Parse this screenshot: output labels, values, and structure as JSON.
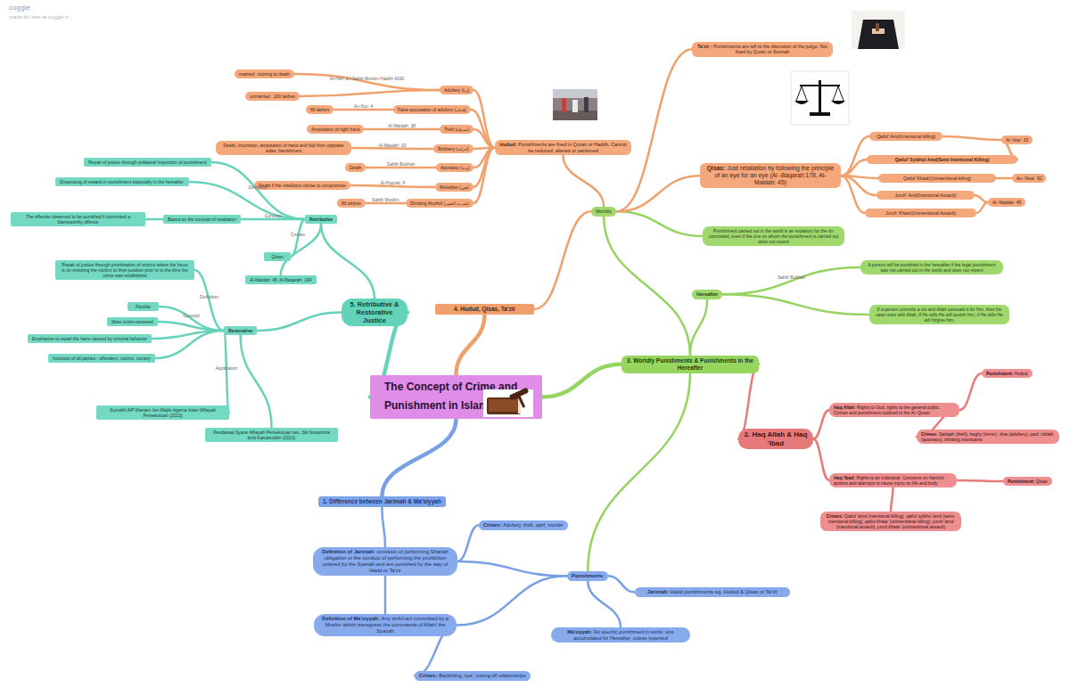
{
  "diagram": {
    "nodes": [
      {
        "text": [
          "The Concept of Crime and Punishment in Islam"
        ]
      },
      {
        "text": [
          "1. Difference between Jarimah & Ma'siyyah"
        ]
      },
      {
        "text": [
          "Definition of Jarimah:",
          "omission of performing Shariah obligation or the conduct of performing the prohibition ordered by the Syariah and are punished by the way of Hadd or Ta'zir"
        ]
      },
      {
        "text": [
          "Crimes:",
          "Adultery, theft, qazf, murder"
        ]
      },
      {
        "text": [
          "Definition of Ma'siyyah:",
          "Any sinful act committed by a Muslim which transgress the commands of Allah/ the Syariah"
        ]
      },
      {
        "text": [
          "Crimes:",
          "Backbiting, riya', cutting off relationships"
        ]
      },
      {
        "text": [
          "Punishments:"
        ]
      },
      {
        "text": [
          "Jarimah:",
          "Hadd punishments eg. Hudud & Qisas or Ta'zir"
        ]
      },
      {
        "text": [
          "Ma'siyyah:",
          "No specific punishment in world, sins accumulated for Hereafter, unless repented"
        ]
      },
      {
        "text": [
          "2. Haq Allah & Haq 'Ibad"
        ]
      },
      {
        "text": [
          "Haq Allah:",
          "Rights to God, rights to the general public. Crimes and punishment outlined in the Al- Quran"
        ]
      },
      {
        "text": [
          "Punishment:",
          "Hudud"
        ]
      },
      {
        "text": [
          "Crimes:",
          "Sariqah (theft), baghy (terror), zina (adultery), qazf, riddah (apostacy), drinking intoxicants"
        ]
      },
      {
        "text": [
          "Haq 'Ibad:",
          "Rights to an individual. Concerns on harmful actions and attempts to cause injury on life and body"
        ]
      },
      {
        "text": [
          "Punishment:",
          "Qisas"
        ]
      },
      {
        "text": [
          "Crimes:",
          "Qatlul 'amd (intentional killing), qatlul syibhu 'amd (semi- intentional killing), qatlul khata' (unintentional killing), juruh 'amd (intentional assault), juruh khata' (unintentional assault)"
        ]
      },
      {
        "text": [
          "3. Worldly Punishments & Punishments in the Hereafter"
        ]
      },
      {
        "text": [
          "Worldly"
        ]
      },
      {
        "text": [
          "Hereafter"
        ]
      },
      {
        "text": [
          "A person will be punished in the hereafter if the legal punishment was not carried out in the world and does not repent"
        ]
      },
      {
        "text": [
          "If a person commits a sin and Allah conceals it for him, then his case rests with Allah, if He wills He will punish him, if He wills He will forgive him."
        ]
      },
      {
        "text": [
          "Punishment carried out in the world is an expiation for the sin committed, even if the one on whom the punishment is carried out does not repent"
        ]
      },
      {
        "text": [
          "4. Hudud, Qisas, Ta'zir"
        ]
      },
      {
        "text": [
          "Hudud:",
          "Punishments are fixed in Quran or Hadith. Cannot be reduced, altered or pardoned"
        ]
      },
      {
        "text": [
          "Ta'zir :",
          "Punishments are left to the discretion of the judge. Not fixed by Quran or Sunnah"
        ]
      },
      {
        "text": [
          "Qisas:",
          "Just retaliation by following the principle of an eye for an eye (Al -Baqarah:178, Al-Maidah: 45)"
        ]
      },
      {
        "text": [
          "Qatlul' Amd(Intentional killing)"
        ]
      },
      {
        "text": [
          "Qatlul' Syibhul Amd(Semi Intentional Killing)"
        ]
      },
      {
        "text": [
          "Qatlul' Khata'(Unintentional killing)"
        ]
      },
      {
        "text": [
          "Juruh' Amd(Intentional Assault)"
        ]
      },
      {
        "text": [
          "Juruh' Khata'(Unintentional Assault)"
        ]
      },
      {
        "text": [
          "Al- Isra': 33"
        ]
      },
      {
        "text": [
          "An- Nisa': 92"
        ]
      },
      {
        "text": [
          "Al- Maidah: 45"
        ]
      },
      {
        "text": [
          "Adultery (زنا)"
        ]
      },
      {
        "text": [
          "married : stoning to death"
        ]
      },
      {
        "text": [
          "unmarried : 100 lashes"
        ]
      },
      {
        "text": [
          "False accusation of adultery (قذف)"
        ]
      },
      {
        "text": [
          "80 lashes"
        ]
      },
      {
        "text": [
          "Theft (سرقة)"
        ]
      },
      {
        "text": [
          "Amputation of right hand"
        ]
      },
      {
        "text": [
          "Robbery (حرابة)"
        ]
      },
      {
        "text": [
          "Death, crucifixion, amputation of hand and foot from opposite sides, banishment"
        ]
      },
      {
        "text": [
          "Apostasy (ردة)"
        ]
      },
      {
        "text": [
          "Death"
        ]
      },
      {
        "text": [
          "Rebellion (بغي)"
        ]
      },
      {
        "text": [
          "Death if the rebellions refuse to compromise"
        ]
      },
      {
        "text": [
          "Drinking Alcohol (شرب الخمر)"
        ]
      },
      {
        "text": [
          "80 stripes"
        ]
      },
      {
        "text": [
          "5. Retributive & Restorative Justice"
        ]
      },
      {
        "text": [
          "Retributive"
        ]
      },
      {
        "text": [
          "Repair of justice through unilateral imposition of punishment"
        ]
      },
      {
        "text": [
          "Dispensing of reward or punishment especially in the hereafter."
        ]
      },
      {
        "text": [
          "Based on the concept of retaliation"
        ]
      },
      {
        "text": [
          "The offender deserved to be punished if committed a blameworthy offence"
        ]
      },
      {
        "text": [
          "Qisas"
        ]
      },
      {
        "text": [
          "Al-Maidah: 45, Al-Baqarah: 194"
        ]
      },
      {
        "text": [
          "Restorative"
        ]
      },
      {
        "text": [
          "Repair of justice through prioritization of victims where the focus is on restoring the victims to their position prior to to the time the crime was established"
        ]
      },
      {
        "text": [
          "Flexible"
        ]
      },
      {
        "text": [
          "More victim-centered"
        ]
      },
      {
        "text": [
          "Emphasize to repair the harm caused by criminal behavior"
        ]
      },
      {
        "text": [
          "Inclusion of all parties - offenders, victims, society"
        ]
      },
      {
        "text": [
          "Sumathi A/P Maniam lwn Majlis Agama Islam Wilayah Persekutuan (2013)"
        ]
      },
      {
        "text": [
          "Pendakwa Syarie Wilayah Persekutuan lwn. Siti Nurazmira binti Kamaruddin (2013)"
        ]
      }
    ],
    "edges": [
      {
        "from": 0,
        "to": 1,
        "arrow": "none"
      },
      {
        "from": 1,
        "to": 2,
        "arrow": "none"
      },
      {
        "from": 2,
        "to": 3,
        "arrow": "none"
      },
      {
        "from": 2,
        "to": 4,
        "arrow": "none"
      },
      {
        "from": 4,
        "to": 5,
        "arrow": "none"
      },
      {
        "from": 2,
        "to": 6,
        "arrow": "none"
      },
      {
        "from": 4,
        "to": 6,
        "arrow": "none"
      },
      {
        "from": 6,
        "to": 7,
        "arrow": "none"
      },
      {
        "from": 6,
        "to": 8,
        "arrow": "none"
      },
      {
        "from": 0,
        "to": 16,
        "arrow": "none"
      },
      {
        "from": 16,
        "to": 9,
        "arrow": "none"
      },
      {
        "from": 9,
        "to": 10,
        "arrow": "none"
      },
      {
        "from": 9,
        "to": 13,
        "arrow": "none"
      },
      {
        "from": 10,
        "to": 11,
        "arrow": "none"
      },
      {
        "from": 10,
        "to": 12,
        "arrow": "none"
      },
      {
        "from": 13,
        "to": 14,
        "arrow": "none"
      },
      {
        "from": 13,
        "to": 15,
        "arrow": "none"
      },
      {
        "from": 16,
        "to": 17,
        "arrow": "none"
      },
      {
        "from": 16,
        "to": 18,
        "arrow": "none"
      },
      {
        "from": 18,
        "to": 19,
        "label": "Sahih Bukhari",
        "arrow": "none"
      },
      {
        "from": 18,
        "to": 20,
        "arrow": "none"
      },
      {
        "from": 17,
        "to": 21,
        "arrow": "none"
      },
      {
        "from": 16,
        "to": 6,
        "arrow": "none"
      },
      {
        "from": 0,
        "to": 22,
        "arrow": "none"
      },
      {
        "from": 22,
        "to": 17,
        "arrow": "none"
      },
      {
        "from": 17,
        "to": 23,
        "arrow": "none"
      },
      {
        "from": 17,
        "to": 24,
        "arrow": "none"
      },
      {
        "from": 17,
        "to": 25,
        "arrow": "none"
      },
      {
        "from": 25,
        "to": 26,
        "arrow": "none"
      },
      {
        "from": 25,
        "to": 27,
        "arrow": "none"
      },
      {
        "from": 25,
        "to": 28,
        "arrow": "none"
      },
      {
        "from": 25,
        "to": 29,
        "arrow": "none"
      },
      {
        "from": 25,
        "to": 30,
        "arrow": "none"
      },
      {
        "from": 26,
        "to": 31,
        "arrow": "none"
      },
      {
        "from": 27,
        "to": 31,
        "arrow": "none"
      },
      {
        "from": 28,
        "to": 32,
        "arrow": "none"
      },
      {
        "from": 29,
        "to": 33,
        "arrow": "none"
      },
      {
        "from": 30,
        "to": 33,
        "arrow": "none"
      },
      {
        "from": 23,
        "to": 34,
        "arrow": "none"
      },
      {
        "from": 34,
        "to": 35,
        "label": "An-Nur: 2 / Sahih Muslim Hadith 4192",
        "arrow": "none"
      },
      {
        "from": 34,
        "to": 36,
        "arrow": "none"
      },
      {
        "from": 23,
        "to": 37,
        "arrow": "none"
      },
      {
        "from": 37,
        "to": 38,
        "label": "An-Nur: 4",
        "arrow": "none"
      },
      {
        "from": 23,
        "to": 39,
        "arrow": "none"
      },
      {
        "from": 39,
        "to": 40,
        "label": "Al-Maidah: 38",
        "arrow": "none"
      },
      {
        "from": 23,
        "to": 41,
        "arrow": "none"
      },
      {
        "from": 41,
        "to": 42,
        "label": "Al-Maidah: 33",
        "arrow": "none"
      },
      {
        "from": 23,
        "to": 43,
        "arrow": "none"
      },
      {
        "from": 43,
        "to": 44,
        "label": "Sahih Bukhari",
        "arrow": "none"
      },
      {
        "from": 23,
        "to": 45,
        "arrow": "none"
      },
      {
        "from": 45,
        "to": 46,
        "label": "Al-Hujurat: 9",
        "arrow": "none"
      },
      {
        "from": 23,
        "to": 47,
        "arrow": "none"
      },
      {
        "from": 47,
        "to": 48,
        "label": "Sahih Muslim",
        "arrow": "none"
      },
      {
        "from": 0,
        "to": 49,
        "arrow": "none"
      },
      {
        "from": 49,
        "to": 50,
        "arrow": "none"
      },
      {
        "from": 50,
        "to": 51,
        "label": "Definition",
        "arrow": "none"
      },
      {
        "from": 50,
        "to": 52,
        "arrow": "none"
      },
      {
        "from": 50,
        "to": 53,
        "label": "Concept",
        "arrow": "none"
      },
      {
        "from": 53,
        "to": 54,
        "arrow": "none"
      },
      {
        "from": 50,
        "to": 55,
        "label": "Crimes",
        "arrow": "none"
      },
      {
        "from": 50,
        "to": 56,
        "arrow": "none"
      },
      {
        "from": 49,
        "to": 57,
        "arrow": "none"
      },
      {
        "from": 57,
        "to": 58,
        "label": "Definition",
        "arrow": "none"
      },
      {
        "from": 57,
        "to": 59,
        "label": "Concept",
        "arrow": "none"
      },
      {
        "from": 57,
        "to": 60,
        "arrow": "none"
      },
      {
        "from": 57,
        "to": 61,
        "arrow": "none"
      },
      {
        "from": 57,
        "to": 62,
        "arrow": "none"
      },
      {
        "from": 57,
        "to": 63,
        "label": "Application",
        "arrow": "none"
      },
      {
        "from": 57,
        "to": 64,
        "arrow": "none"
      }
    ],
    "labels": [
      "coggle",
      "made for free at coggle.it"
    ]
  }
}
